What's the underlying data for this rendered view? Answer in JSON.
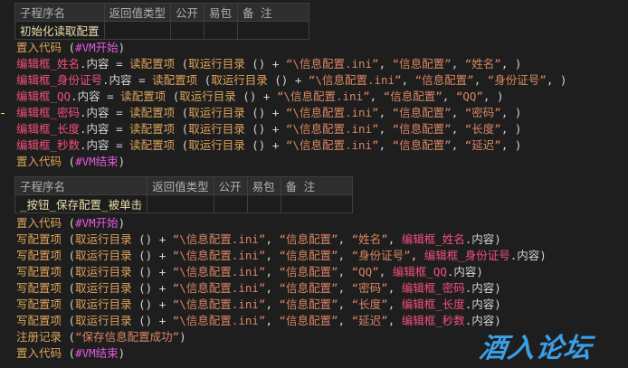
{
  "table_headers": [
    "子程序名",
    "返回值类型",
    "公开",
    "易包",
    "备 注"
  ],
  "sub1": {
    "name": "初始化读取配置",
    "lines": [
      [
        [
          "kw",
          "置入代码"
        ],
        [
          "pl",
          " ("
        ],
        [
          "vm",
          "#VM开始"
        ],
        [
          "pl",
          ")"
        ]
      ],
      [
        [
          "ed",
          "编辑框_姓名"
        ],
        [
          "pl",
          ".内容 = "
        ],
        [
          "kw",
          "读配置项"
        ],
        [
          "pl",
          " ("
        ],
        [
          "kw",
          "取运行目录"
        ],
        [
          "pl",
          " () + "
        ],
        [
          "str",
          "“\\信息配置.ini”"
        ],
        [
          "pl",
          ", "
        ],
        [
          "str",
          "“信息配置”"
        ],
        [
          "pl",
          ", "
        ],
        [
          "str",
          "“姓名”"
        ],
        [
          "pl",
          ", )"
        ]
      ],
      [
        [
          "ed",
          "编辑框_身份证号"
        ],
        [
          "pl",
          ".内容 = "
        ],
        [
          "kw",
          "读配置项"
        ],
        [
          "pl",
          " ("
        ],
        [
          "kw",
          "取运行目录"
        ],
        [
          "pl",
          " () + "
        ],
        [
          "str",
          "“\\信息配置.ini”"
        ],
        [
          "pl",
          ", "
        ],
        [
          "str",
          "“信息配置”"
        ],
        [
          "pl",
          ", "
        ],
        [
          "str",
          "“身份证号”"
        ],
        [
          "pl",
          ", )"
        ]
      ],
      [
        [
          "ed",
          "编辑框_QQ"
        ],
        [
          "pl",
          ".内容 = "
        ],
        [
          "kw",
          "读配置项"
        ],
        [
          "pl",
          " ("
        ],
        [
          "kw",
          "取运行目录"
        ],
        [
          "pl",
          " () + "
        ],
        [
          "str",
          "“\\信息配置.ini”"
        ],
        [
          "pl",
          ", "
        ],
        [
          "str",
          "“信息配置”"
        ],
        [
          "pl",
          ", "
        ],
        [
          "str",
          "“QQ”"
        ],
        [
          "pl",
          ", )"
        ]
      ],
      [
        [
          "ed",
          "编辑框_密码"
        ],
        [
          "pl",
          ".内容 = "
        ],
        [
          "kw",
          "读配置项"
        ],
        [
          "pl",
          " ("
        ],
        [
          "kw",
          "取运行目录"
        ],
        [
          "pl",
          " () + "
        ],
        [
          "str",
          "“\\信息配置.ini”"
        ],
        [
          "pl",
          ", "
        ],
        [
          "str",
          "“信息配置”"
        ],
        [
          "pl",
          ", "
        ],
        [
          "str",
          "“密码”"
        ],
        [
          "pl",
          ", )"
        ]
      ],
      [
        [
          "ed",
          "编辑框_长度"
        ],
        [
          "pl",
          ".内容 = "
        ],
        [
          "kw",
          "读配置项"
        ],
        [
          "pl",
          " ("
        ],
        [
          "kw",
          "取运行目录"
        ],
        [
          "pl",
          " () + "
        ],
        [
          "str",
          "“\\信息配置.ini”"
        ],
        [
          "pl",
          ", "
        ],
        [
          "str",
          "“信息配置”"
        ],
        [
          "pl",
          ", "
        ],
        [
          "str",
          "“长度”"
        ],
        [
          "pl",
          ", )"
        ]
      ],
      [
        [
          "ed",
          "编辑框_秒数"
        ],
        [
          "pl",
          ".内容 = "
        ],
        [
          "kw",
          "读配置项"
        ],
        [
          "pl",
          " ("
        ],
        [
          "kw",
          "取运行目录"
        ],
        [
          "pl",
          " () + "
        ],
        [
          "str",
          "“\\信息配置.ini”"
        ],
        [
          "pl",
          ", "
        ],
        [
          "str",
          "“信息配置”"
        ],
        [
          "pl",
          ", "
        ],
        [
          "str",
          "“延迟”"
        ],
        [
          "pl",
          ", )"
        ]
      ],
      [
        [
          "kw",
          "置入代码"
        ],
        [
          "pl",
          " ("
        ],
        [
          "vm",
          "#VM结束"
        ],
        [
          "pl",
          ")"
        ]
      ]
    ]
  },
  "sub2": {
    "name": "_按钮_保存配置_被单击",
    "lines": [
      [
        [
          "kw",
          "置入代码"
        ],
        [
          "pl",
          " ("
        ],
        [
          "vm",
          "#VM开始"
        ],
        [
          "pl",
          ")"
        ]
      ],
      [
        [
          "kw",
          "写配置项"
        ],
        [
          "pl",
          " ("
        ],
        [
          "kw",
          "取运行目录"
        ],
        [
          "pl",
          " () + "
        ],
        [
          "str",
          "“\\信息配置.ini”"
        ],
        [
          "pl",
          ", "
        ],
        [
          "str",
          "“信息配置”"
        ],
        [
          "pl",
          ", "
        ],
        [
          "str",
          "“姓名”"
        ],
        [
          "pl",
          ", "
        ],
        [
          "ed",
          "编辑框_姓名"
        ],
        [
          "pl",
          ".内容)"
        ]
      ],
      [
        [
          "kw",
          "写配置项"
        ],
        [
          "pl",
          " ("
        ],
        [
          "kw",
          "取运行目录"
        ],
        [
          "pl",
          " () + "
        ],
        [
          "str",
          "“\\信息配置.ini”"
        ],
        [
          "pl",
          ", "
        ],
        [
          "str",
          "“信息配置”"
        ],
        [
          "pl",
          ", "
        ],
        [
          "str",
          "“身份证号”"
        ],
        [
          "pl",
          ", "
        ],
        [
          "ed",
          "编辑框_身份证号"
        ],
        [
          "pl",
          ".内容)"
        ]
      ],
      [
        [
          "kw",
          "写配置项"
        ],
        [
          "pl",
          " ("
        ],
        [
          "kw",
          "取运行目录"
        ],
        [
          "pl",
          " () + "
        ],
        [
          "str",
          "“\\信息配置.ini”"
        ],
        [
          "pl",
          ", "
        ],
        [
          "str",
          "“信息配置”"
        ],
        [
          "pl",
          ", "
        ],
        [
          "str",
          "“QQ”"
        ],
        [
          "pl",
          ", "
        ],
        [
          "ed",
          "编辑框_QQ"
        ],
        [
          "pl",
          ".内容)"
        ]
      ],
      [
        [
          "kw",
          "写配置项"
        ],
        [
          "pl",
          " ("
        ],
        [
          "kw",
          "取运行目录"
        ],
        [
          "pl",
          " () + "
        ],
        [
          "str",
          "“\\信息配置.ini”"
        ],
        [
          "pl",
          ", "
        ],
        [
          "str",
          "“信息配置”"
        ],
        [
          "pl",
          ", "
        ],
        [
          "str",
          "“密码”"
        ],
        [
          "pl",
          ", "
        ],
        [
          "ed",
          "编辑框_密码"
        ],
        [
          "pl",
          ".内容)"
        ]
      ],
      [
        [
          "kw",
          "写配置项"
        ],
        [
          "pl",
          " ("
        ],
        [
          "kw",
          "取运行目录"
        ],
        [
          "pl",
          " () + "
        ],
        [
          "str",
          "“\\信息配置.ini”"
        ],
        [
          "pl",
          ", "
        ],
        [
          "str",
          "“信息配置”"
        ],
        [
          "pl",
          ", "
        ],
        [
          "str",
          "“长度”"
        ],
        [
          "pl",
          ", "
        ],
        [
          "ed",
          "编辑框_长度"
        ],
        [
          "pl",
          ".内容)"
        ]
      ],
      [
        [
          "kw",
          "写配置项"
        ],
        [
          "pl",
          " ("
        ],
        [
          "kw",
          "取运行目录"
        ],
        [
          "pl",
          " () + "
        ],
        [
          "str",
          "“\\信息配置.ini”"
        ],
        [
          "pl",
          ", "
        ],
        [
          "str",
          "“信息配置”"
        ],
        [
          "pl",
          ", "
        ],
        [
          "str",
          "“延迟”"
        ],
        [
          "pl",
          ", "
        ],
        [
          "ed",
          "编辑框_秒数"
        ],
        [
          "pl",
          ".内容)"
        ]
      ],
      [
        [
          "kw",
          "注册记录"
        ],
        [
          "pl",
          " ("
        ],
        [
          "str",
          "“保存信息配置成功”"
        ],
        [
          "pl",
          ")"
        ]
      ],
      [
        [
          "kw",
          "置入代码"
        ],
        [
          "pl",
          " ("
        ],
        [
          "vm",
          "#VM结束"
        ],
        [
          "pl",
          ")"
        ]
      ]
    ]
  },
  "watermark": "酒入论坛",
  "colors": {
    "background": "#1e1e1e",
    "keyword": "#dca35c",
    "editbox": "#f0507c",
    "string": "#d98763",
    "directive": "#e05ae0",
    "watermark": "#3c9ee6"
  }
}
